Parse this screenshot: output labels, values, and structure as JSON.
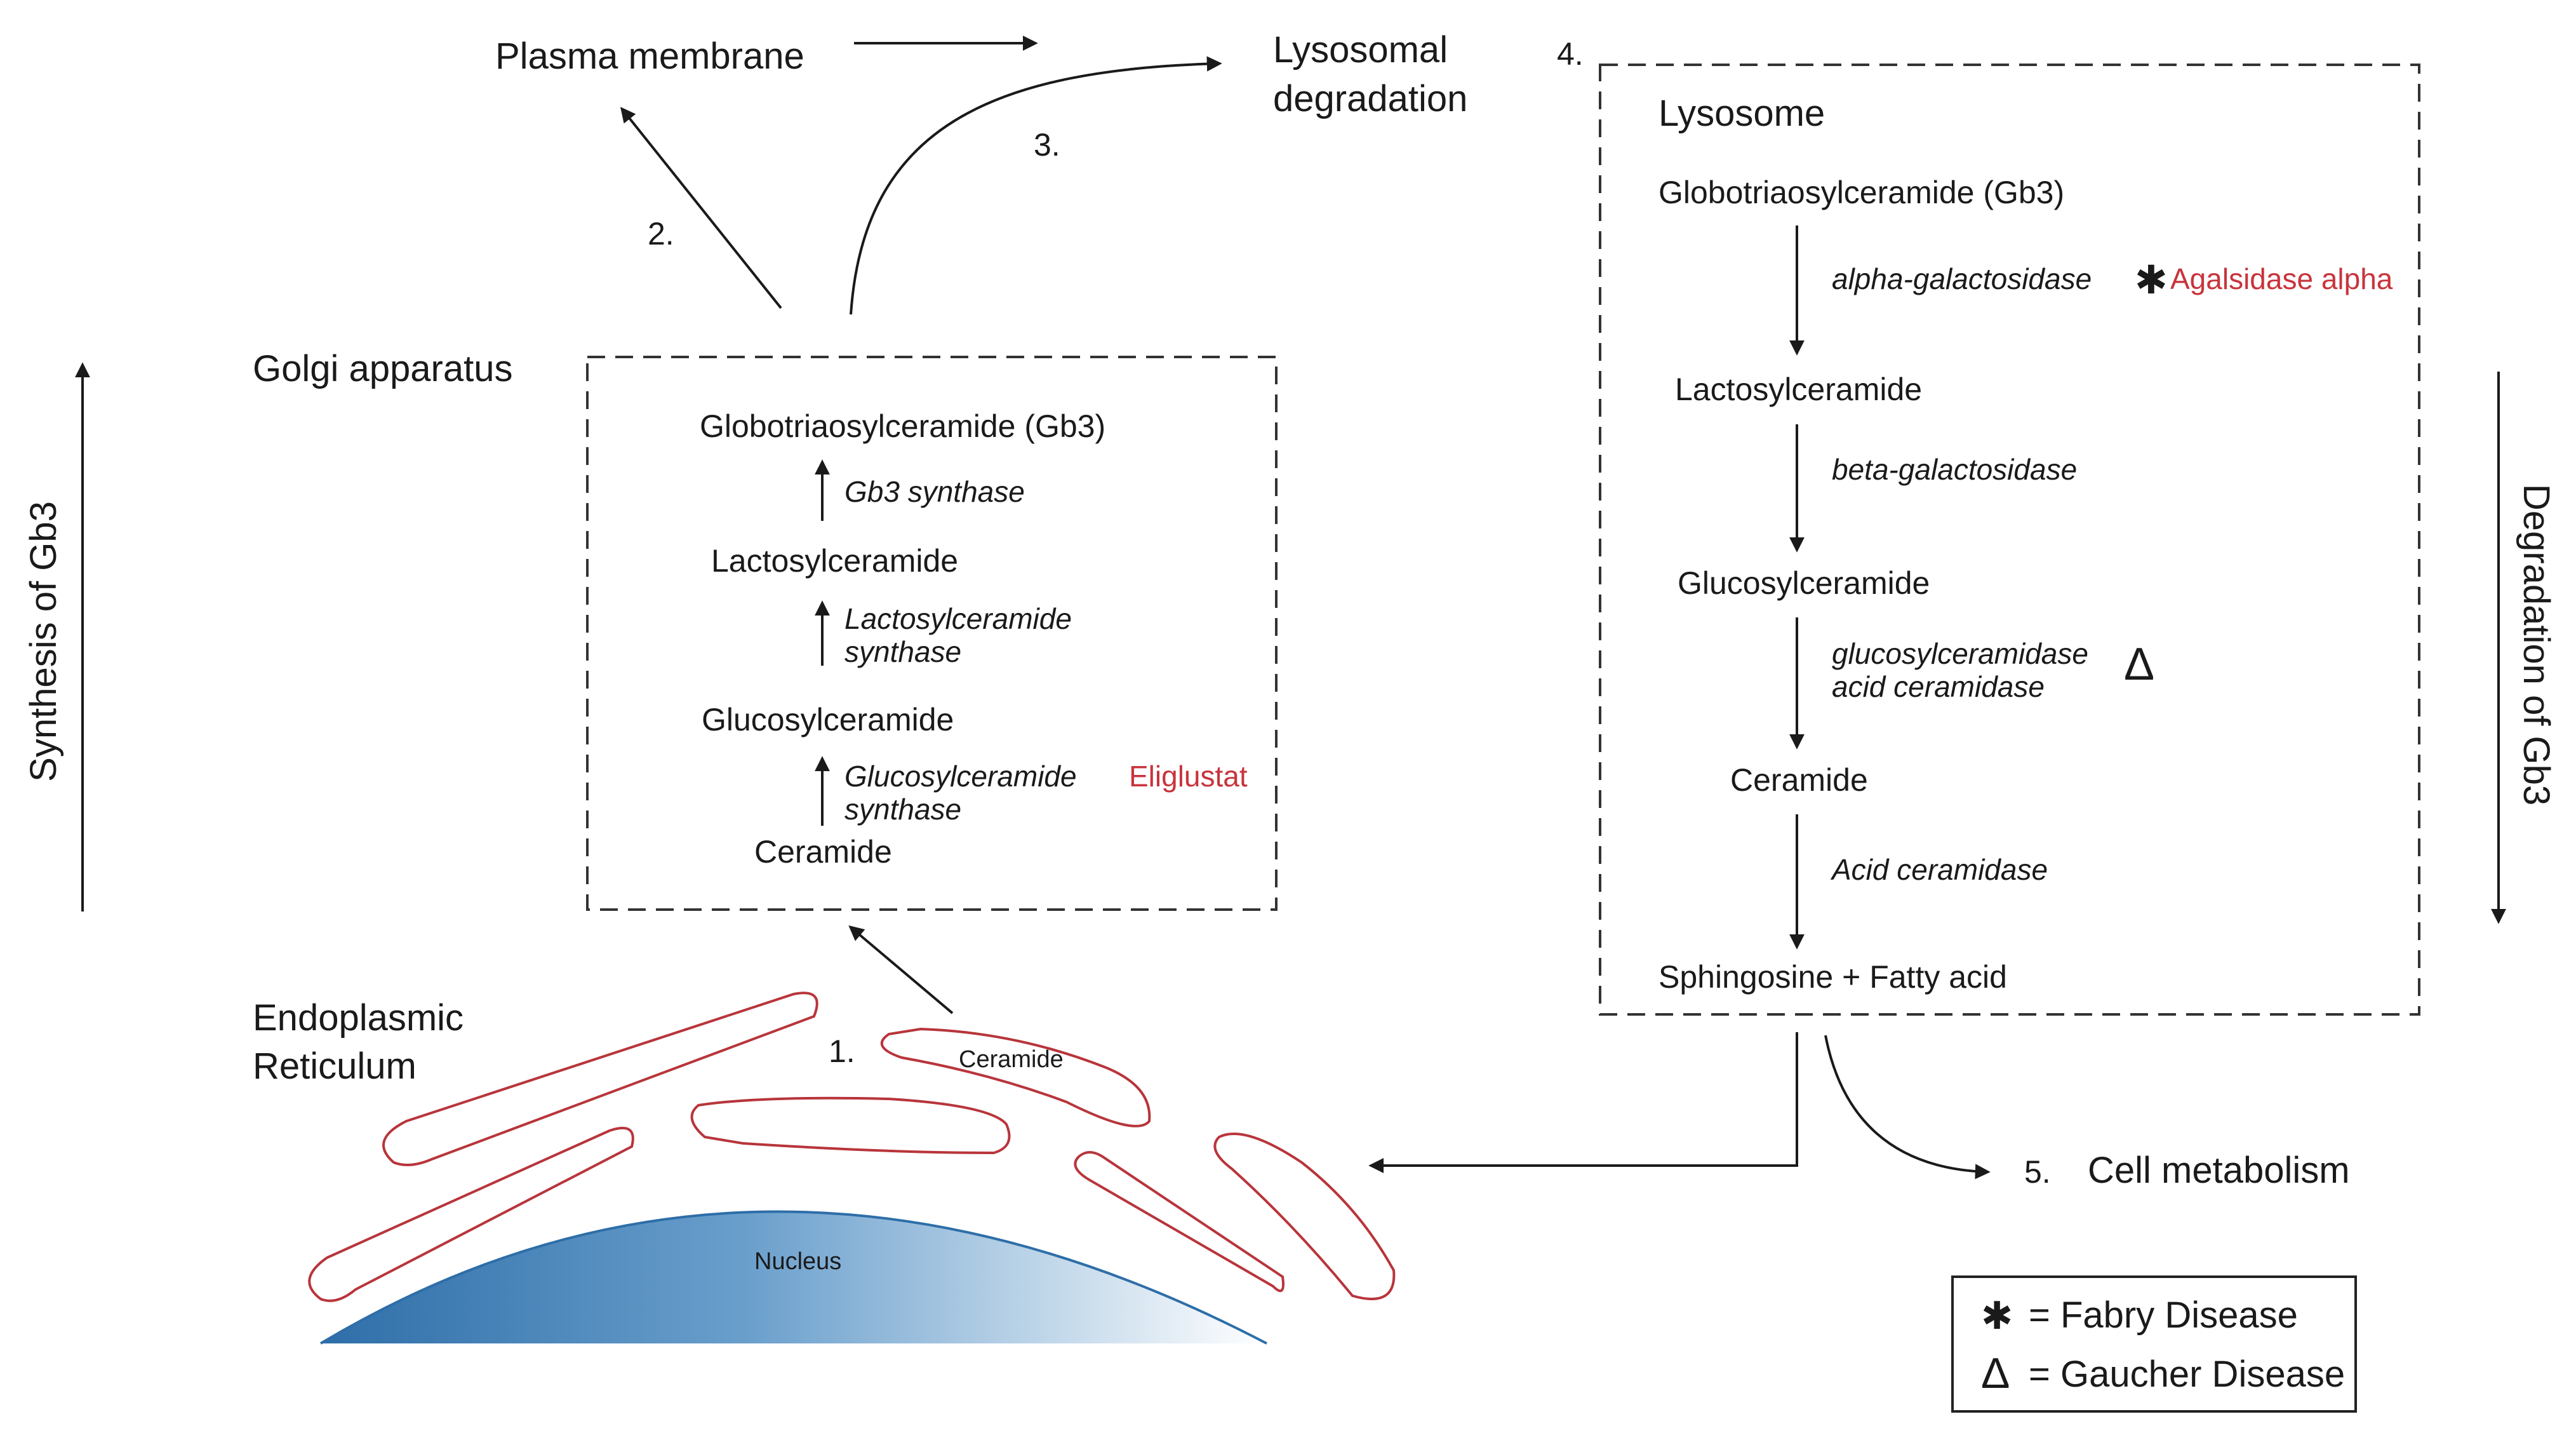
{
  "top": {
    "plasma_membrane": "Plasma membrane",
    "lysosomal_1": "Lysosomal",
    "lysosomal_2": "degradation",
    "step1": "1.",
    "step2": "2.",
    "step3": "3.",
    "step4": "4.",
    "step5": "5.",
    "cell_metabolism": "Cell metabolism"
  },
  "left_axis": {
    "label": "Synthesis of Gb3"
  },
  "right_axis": {
    "label": "Degradation of Gb3"
  },
  "golgi": {
    "title": "Golgi apparatus",
    "gb3": "Globotriaosylceramide (Gb3)",
    "gb3_synthase": "Gb3 synthase",
    "lactosylceramide": "Lactosylceramide",
    "lac_synthase_1": "Lactosylceramide",
    "lac_synthase_2": "synthase",
    "glucosylceramide": "Glucosylceramide",
    "glc_synthase_1": "Glucosylceramide",
    "glc_synthase_2": "synthase",
    "ceramide": "Ceramide",
    "drug": "Eliglustat"
  },
  "er": {
    "title_1": "Endoplasmic",
    "title_2": "Reticulum",
    "ceramide": "Ceramide",
    "nucleus": "Nucleus"
  },
  "lysosome": {
    "title": "Lysosome",
    "gb3": "Globotriaosylceramide (Gb3)",
    "enzyme1": "alpha-galactosidase",
    "marker1": "✱",
    "drug": "Agalsidase alpha",
    "lactosylceramide": "Lactosylceramide",
    "enzyme2": "beta-galactosidase",
    "glucosylceramide": "Glucosylceramide",
    "enzyme3a": "glucosylceramidase",
    "enzyme3b": "acid ceramidase",
    "marker2": "Δ",
    "ceramide": "Ceramide",
    "enzyme4": "Acid ceramidase",
    "products": "Sphingosine  + Fatty acid"
  },
  "legend": {
    "sym1": "✱",
    "text1": "= Fabry Disease",
    "sym2": "Δ",
    "text2": "= Gaucher Disease"
  },
  "colors": {
    "er_outline": "#b8353b",
    "drug_red": "#c8343c",
    "nucleus_dark": "#2e6ea8",
    "nucleus_light": "#ffffff"
  }
}
